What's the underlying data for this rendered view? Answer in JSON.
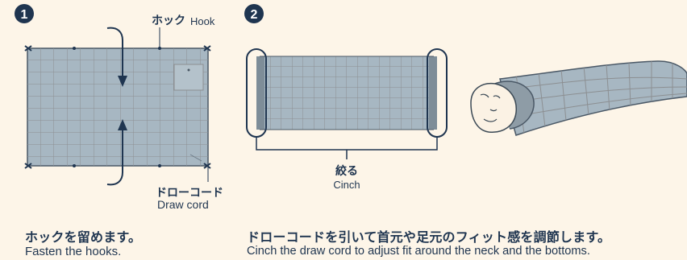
{
  "step1": {
    "number": "1",
    "hook_label_jp": "ホック",
    "hook_label_en": "Hook",
    "drawcord_label_jp": "ドローコード",
    "drawcord_label_en": "Draw cord",
    "caption_jp": "ホックを留めます。",
    "caption_en": "Fasten the hooks."
  },
  "step2": {
    "number": "2",
    "cinch_label_jp": "絞る",
    "cinch_label_en": "Cinch",
    "caption_jp": "ドローコードを引いて首元や足元のフィット感を調節します。",
    "caption_en": "Cinch the draw cord to adjust fit around the neck and the bottoms."
  },
  "colors": {
    "bag_fill": "#a7b7c2",
    "bag_grid": "#8c8f92",
    "ink": "#1f3550",
    "background": "#fdf5e8"
  }
}
